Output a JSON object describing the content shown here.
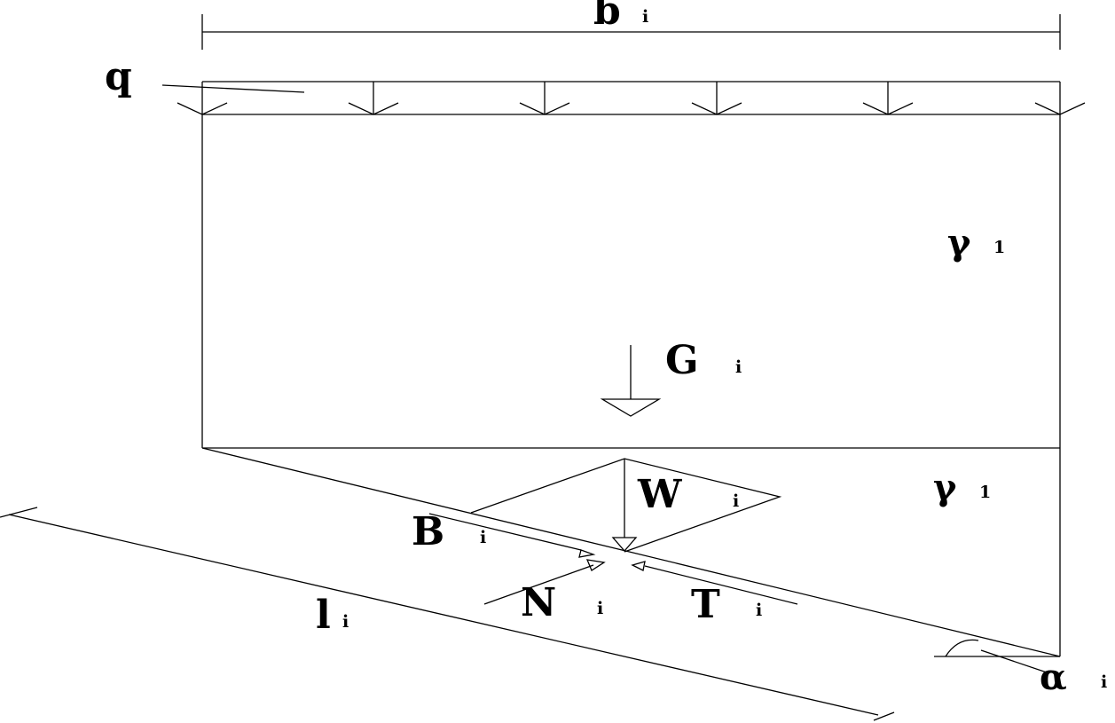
{
  "labels": {
    "width": {
      "main": "b",
      "sub": "i"
    },
    "load": {
      "main": "q"
    },
    "gamma_upper": {
      "main": "γ",
      "sub": "1"
    },
    "gamma_lower": {
      "main": "γ",
      "sub": "1"
    },
    "self_weight": {
      "main": "G",
      "sub": "i"
    },
    "water_force": {
      "main": "W",
      "sub": "i"
    },
    "seepage_force": {
      "main": "B",
      "sub": "i"
    },
    "normal_force": {
      "main": "N",
      "sub": "i"
    },
    "shear_force": {
      "main": "T",
      "sub": "i"
    },
    "base_length": {
      "main": "l",
      "sub": "i"
    },
    "base_angle": {
      "main": "α",
      "sub": "i"
    }
  },
  "colors": {
    "stroke": "#000000",
    "background": "#ffffff"
  }
}
